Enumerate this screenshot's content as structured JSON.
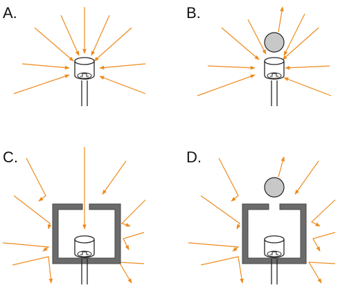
{
  "colors": {
    "ray": "#ee8a1c",
    "shield": "#6b6b6b",
    "ball": "#c8c8c8",
    "outline": "#222222"
  },
  "panels": [
    {
      "label": "A."
    },
    {
      "label": "B."
    },
    {
      "label": "C."
    },
    {
      "label": "D."
    }
  ]
}
